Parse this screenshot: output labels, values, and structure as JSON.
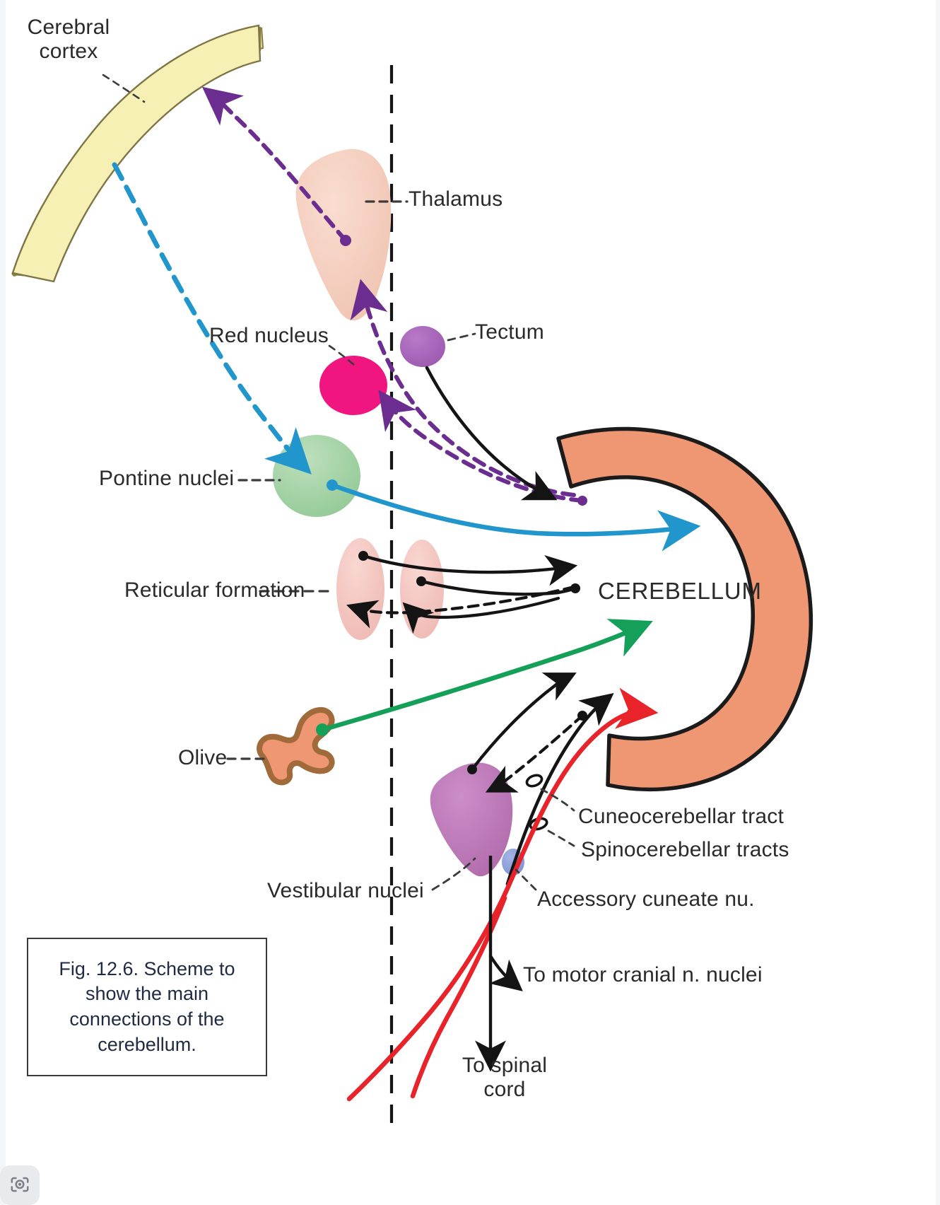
{
  "figure": {
    "title_label": "CEREBELLUM",
    "caption": "Fig. 12.6. Scheme to\nshow the main\nconnections of the\ncerebellum."
  },
  "labels": {
    "cerebral_cortex": "Cerebral\ncortex",
    "thalamus": "Thalamus",
    "red_nucleus": "Red nucleus",
    "tectum": "Tectum",
    "pontine_nuclei": "Pontine nuclei",
    "reticular_formation": "Reticular formation",
    "cerebellum": "CEREBELLUM",
    "olive": "Olive",
    "cuneocerebellar_tract": "Cuneocerebellar tract",
    "spinocerebellar_tracts": "Spinocerebellar tracts",
    "vestibular_nuclei": "Vestibular nuclei",
    "accessory_cuneate_nu": "Accessory cuneate nu.",
    "to_motor_cranial_nuclei": "To motor cranial n. nuclei",
    "to_spinal_cord": "To spinal\ncord"
  },
  "colors": {
    "cerebral_cortex_fill": "#f7f0b5",
    "cerebral_cortex_stroke": "#8a8046",
    "thalamus_fill": "#f5cdbd",
    "red_nucleus_fill": "#f0157f",
    "tectum_fill": "#a966bb",
    "pontine_fill": "#a4d4a6",
    "reticular_fill": "#f5c6c0",
    "cerebellum_fill": "#ef9673",
    "cerebellum_stroke": "#1b1b1b",
    "olive_fill": "#ef9673",
    "olive_stroke": "#a06a3a",
    "vestibular_fill": "#bd78b8",
    "accessory_cuneate_fill": "#8d9edb",
    "corticopontine_blue": "#2196cc",
    "dentatothalamic_purple": "#6b2d8f",
    "olivocerebellar_green": "#15a05a",
    "vestibulospinal_red": "#e8232a",
    "midline_dash": "#151515",
    "text": "#2a2a2a",
    "caption_text": "#1f2a44",
    "caption_border": "#3a3a3a"
  },
  "icons": {
    "lens_badge": "google-lens-icon"
  },
  "chart_data": {
    "type": "diagram",
    "title": "Scheme to show the main connections of the cerebellum",
    "nodes": [
      {
        "id": "cerebral_cortex",
        "label": "Cerebral cortex",
        "shape": "arc-band",
        "color": "#f7f0b5"
      },
      {
        "id": "thalamus",
        "label": "Thalamus",
        "shape": "teardrop",
        "color": "#f5cdbd"
      },
      {
        "id": "red_nucleus",
        "label": "Red nucleus",
        "shape": "circle",
        "color": "#f0157f"
      },
      {
        "id": "tectum",
        "label": "Tectum",
        "shape": "circle",
        "color": "#a966bb"
      },
      {
        "id": "pontine_nuclei",
        "label": "Pontine nuclei",
        "shape": "circle",
        "color": "#a4d4a6"
      },
      {
        "id": "reticular_formation",
        "label": "Reticular formation",
        "shape": "paired-ovals",
        "color": "#f5c6c0"
      },
      {
        "id": "olive",
        "label": "Olive",
        "shape": "crinkled-band",
        "color": "#ef9673"
      },
      {
        "id": "vestibular_nuclei",
        "label": "Vestibular nuclei",
        "shape": "blob",
        "color": "#bd78b8"
      },
      {
        "id": "accessory_cuneate_nu",
        "label": "Accessory cuneate nu.",
        "shape": "small-oval",
        "color": "#8d9edb"
      },
      {
        "id": "cerebellum",
        "label": "CEREBELLUM",
        "shape": "c-curve",
        "color": "#ef9673"
      }
    ],
    "connections": [
      {
        "from": "cerebral_cortex",
        "to": "pontine_nuclei",
        "style": "dashed",
        "color": "#2196cc"
      },
      {
        "from": "pontine_nuclei",
        "to": "cerebellum",
        "style": "solid",
        "color": "#2196cc"
      },
      {
        "from": "cerebellum",
        "to": "red_nucleus",
        "style": "dashed",
        "color": "#6b2d8f"
      },
      {
        "from": "cerebellum",
        "to": "thalamus",
        "style": "dashed",
        "color": "#6b2d8f"
      },
      {
        "from": "thalamus",
        "to": "cerebral_cortex",
        "style": "dashed",
        "color": "#6b2d8f"
      },
      {
        "from": "tectum",
        "to": "cerebellum",
        "style": "solid",
        "color": "#1b1b1b"
      },
      {
        "from": "reticular_formation",
        "to": "cerebellum",
        "style": "solid",
        "color": "#1b1b1b"
      },
      {
        "from": "cerebellum",
        "to": "reticular_formation",
        "style": "dashed",
        "color": "#1b1b1b"
      },
      {
        "from": "olive",
        "to": "cerebellum",
        "style": "solid",
        "color": "#15a05a"
      },
      {
        "from": "vestibular_nuclei",
        "to": "cerebellum",
        "style": "solid",
        "color": "#1b1b1b"
      },
      {
        "from": "cerebellum",
        "to": "vestibular_nuclei",
        "style": "dashed",
        "color": "#1b1b1b"
      },
      {
        "from": "accessory_cuneate_nu",
        "to": "cerebellum",
        "style": "solid",
        "color": "#1b1b1b"
      },
      {
        "from": "vestibular_nuclei",
        "to": "to_spinal_cord",
        "style": "solid",
        "color": "#e8232a"
      },
      {
        "from": "vestibular_nuclei",
        "to": "to_motor_cranial_nuclei",
        "style": "solid",
        "color": "#1b1b1b"
      }
    ]
  }
}
